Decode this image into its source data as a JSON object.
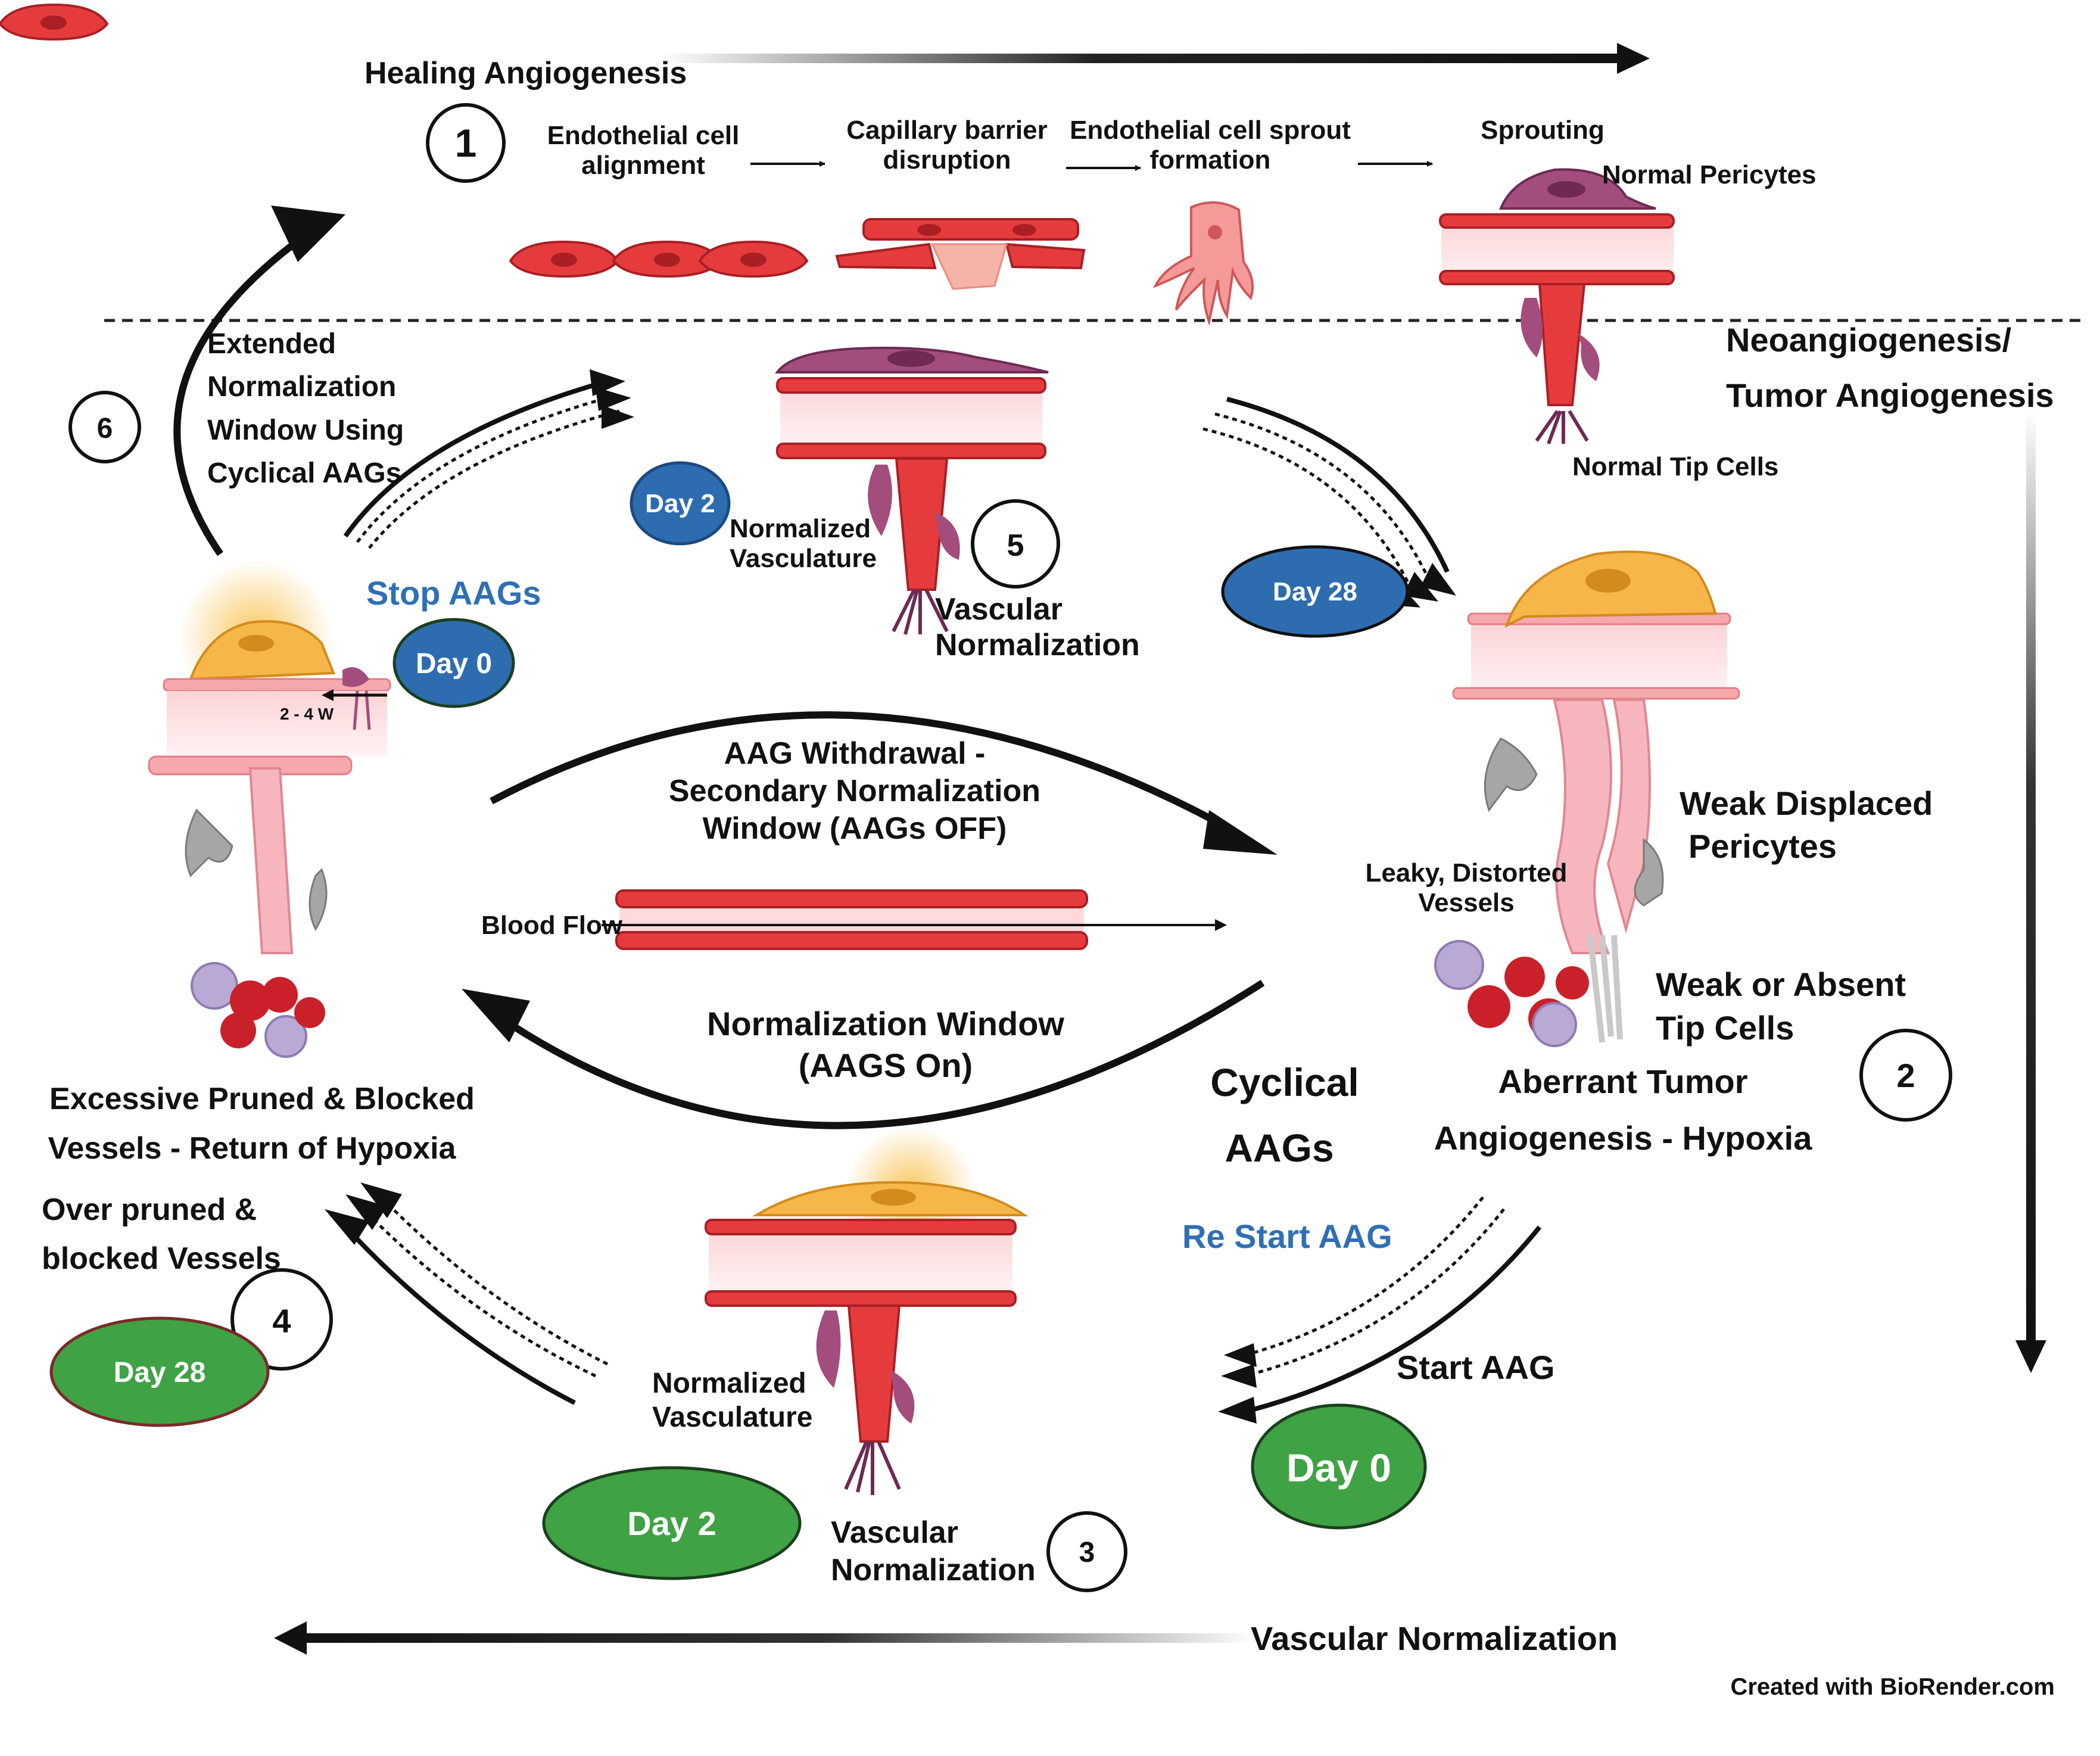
{
  "labels": {
    "healing_angiogenesis": "Healing Angiogenesis",
    "step1_a_line1": "Endothelial cell",
    "step1_a_line2": "alignment",
    "step1_b_line1": "Capillary barrier",
    "step1_b_line2": "disruption",
    "step1_c_line1": "Endothelial cell sprout",
    "step1_c_line2": "formation",
    "sprouting": "Sprouting",
    "normal_pericytes": "Normal Pericytes",
    "normal_tip_cells": "Normal Tip Cells",
    "neoangio_line1": "Neoangiogenesis/",
    "neoangio_line2": "Tumor Angiogenesis",
    "extended_line1": "Extended",
    "extended_line2": "Normalization",
    "extended_line3": "Window Using",
    "extended_line4": "Cyclical AAGs",
    "stop_aags": "Stop AAGs",
    "two_four_w": "2 - 4 W",
    "normalized_vasc_top_line1": "Normalized",
    "normalized_vasc_top_line2": "Vasculature",
    "vascular_norm_top_line1": "Vascular",
    "vascular_norm_top_line2": "Normalization",
    "aag_withdrawal_line1": "AAG Withdrawal -",
    "aag_withdrawal_line2": "Secondary Normalization",
    "aag_withdrawal_line3": "Window (AAGs OFF)",
    "blood_flow": "Blood Flow",
    "norm_window_line1": "Normalization Window",
    "norm_window_line2": "(AAGS On)",
    "weak_pericytes_line1": "Weak Displaced",
    "weak_pericytes_line2": "Pericytes",
    "leaky_line1": "Leaky, Distorted",
    "leaky_line2": "Vessels",
    "weak_tip_line1": "Weak or Absent",
    "weak_tip_line2": "Tip Cells",
    "aberrant_line1": "Aberrant Tumor",
    "aberrant_line2": "Angiogenesis - Hypoxia",
    "cyclical_line1": "Cyclical",
    "cyclical_line2": "AAGs",
    "excessive_line1": "Excessive Pruned & Blocked",
    "excessive_line2": "Vessels - Return of Hypoxia",
    "over_pruned_line1": "Over pruned &",
    "over_pruned_line2": "blocked Vessels",
    "restart_aag": "Re Start  AAG",
    "start_aag": "Start  AAG",
    "normalized_vasc_bottom_line1": "Normalized",
    "normalized_vasc_bottom_line2": "Vasculature",
    "vascular_norm_bottom_line1": "Vascular",
    "vascular_norm_bottom_line2": "Normalization",
    "vascular_normalization_bottom": "Vascular Normalization",
    "credit": "Created with BioRender.com"
  },
  "step_numbers": {
    "n1": "1",
    "n2": "2",
    "n3": "3",
    "n4": "4",
    "n5": "5",
    "n6": "6"
  },
  "day_badges": {
    "day2_top": "Day 2",
    "day28_right": "Day 28",
    "day0_left": "Day 0",
    "day28_left": "Day 28",
    "day0_bottom_right": "Day 0",
    "day2_bottom": "Day 2"
  },
  "colors": {
    "endothelial_red": "#e53a3c",
    "endothelial_dark": "#b81f25",
    "pericyte_purple": "#9a4a78",
    "tumor_orange": "#f6b64a",
    "blue_badge": "#2e6cb0",
    "green_badge": "#3fa244",
    "accent_blue_text": "#2f6fb6",
    "pink_vessel": "#f4a6ad",
    "grey_cell": "#a0a0a0"
  }
}
